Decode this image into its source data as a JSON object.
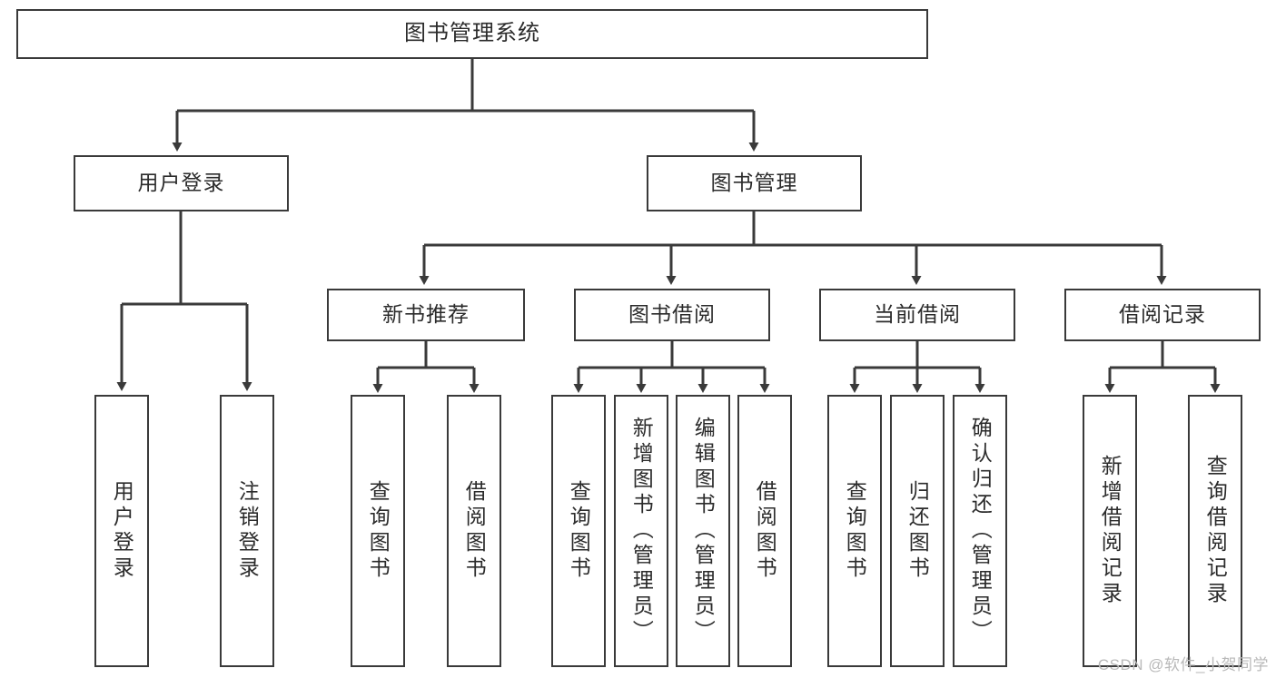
{
  "diagram": {
    "title": "图书管理系统",
    "type": "功能结构图",
    "watermark": "CSDN @软件_小贺同学",
    "colors": {
      "box_border": "#3a3a3a",
      "box_fill": "#ffffff",
      "edge": "#3a3a3a",
      "text": "#2b2b2b",
      "watermark": "#b9b9b9",
      "background": "#ffffff"
    }
  },
  "nodes": {
    "root": {
      "label": "图书管理系统"
    },
    "level1": [
      {
        "id": "user-login",
        "label": "用户登录"
      },
      {
        "id": "book-manage",
        "label": "图书管理"
      }
    ],
    "level2": [
      {
        "id": "new-book-recommend",
        "label": "新书推荐"
      },
      {
        "id": "book-borrow",
        "label": "图书借阅"
      },
      {
        "id": "current-borrow",
        "label": "当前借阅"
      },
      {
        "id": "borrow-record",
        "label": "借阅记录"
      }
    ],
    "leaves": {
      "user_login": [
        {
          "id": "leaf-user-login",
          "label": "用户登录"
        },
        {
          "id": "leaf-logout-login",
          "label": "注销登录"
        }
      ],
      "new_book_recommend": [
        {
          "id": "leaf-query-book-1",
          "label": "查询图书"
        },
        {
          "id": "leaf-borrow-book-1",
          "label": "借阅图书"
        }
      ],
      "book_borrow": [
        {
          "id": "leaf-query-book-2",
          "label": "查询图书"
        },
        {
          "id": "leaf-add-book",
          "label": "新增图书（管理员）"
        },
        {
          "id": "leaf-edit-book",
          "label": "编辑图书（管理员）"
        },
        {
          "id": "leaf-borrow-book-2",
          "label": "借阅图书"
        }
      ],
      "current_borrow": [
        {
          "id": "leaf-query-book-3",
          "label": "查询图书"
        },
        {
          "id": "leaf-return-book",
          "label": "归还图书"
        },
        {
          "id": "leaf-confirm-return",
          "label": "确认归还（管理员）"
        }
      ],
      "borrow_record": [
        {
          "id": "leaf-add-record",
          "label": "新增借阅记录"
        },
        {
          "id": "leaf-query-record",
          "label": "查询借阅记录"
        }
      ]
    }
  }
}
